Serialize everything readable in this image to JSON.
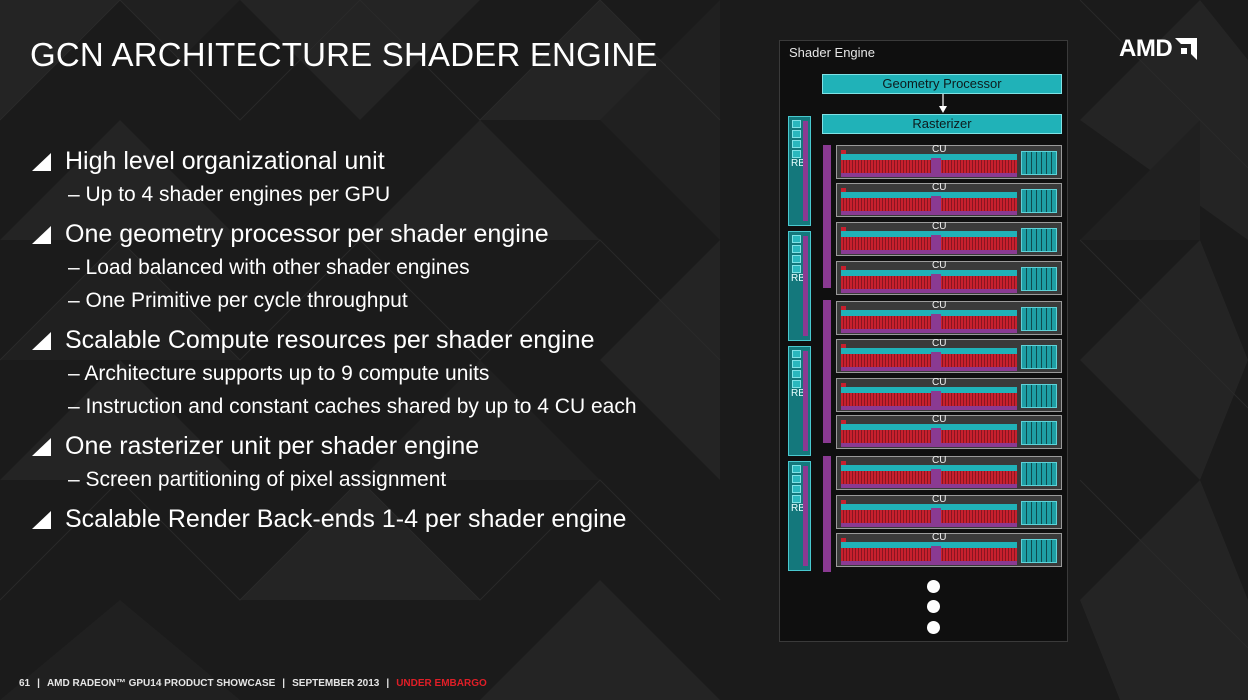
{
  "title": "GCN ARCHITECTURE SHADER ENGINE",
  "brand": {
    "logo_text": "AMD",
    "accent_color": "#e01e27"
  },
  "bullets": [
    {
      "text": "High level organizational unit",
      "subs": [
        "– Up to 4 shader engines per GPU"
      ]
    },
    {
      "text": "One geometry processor per shader engine",
      "subs": [
        "– Load balanced with other shader engines",
        "– One Primitive per cycle throughput"
      ]
    },
    {
      "text": "Scalable Compute resources per shader engine",
      "subs": [
        "– Architecture supports up to 9 compute units",
        "– Instruction and constant caches shared by up to 4 CU each"
      ]
    },
    {
      "text": "One rasterizer unit per shader engine",
      "subs": [
        "– Screen partitioning of pixel assignment"
      ]
    },
    {
      "text": "Scalable Render Back-ends 1-4 per shader engine",
      "subs": []
    }
  ],
  "diagram": {
    "label": "Shader Engine",
    "geometry_processor": "Geometry Processor",
    "rasterizer": "Rasterizer",
    "render_backends": [
      "RB",
      "RB",
      "RB",
      "RB"
    ],
    "compute_units": [
      "CU",
      "CU",
      "CU",
      "CU",
      "CU",
      "CU",
      "CU",
      "CU",
      "CU",
      "CU",
      "CU"
    ],
    "colors": {
      "teal": "#20b2b8",
      "red": "#c8202e",
      "purple": "#8a3a92"
    }
  },
  "footer": {
    "page": "61",
    "event": "AMD RADEON™ GPU14 PRODUCT SHOWCASE",
    "date": "SEPTEMBER 2013",
    "embargo": "UNDER EMBARGO"
  }
}
